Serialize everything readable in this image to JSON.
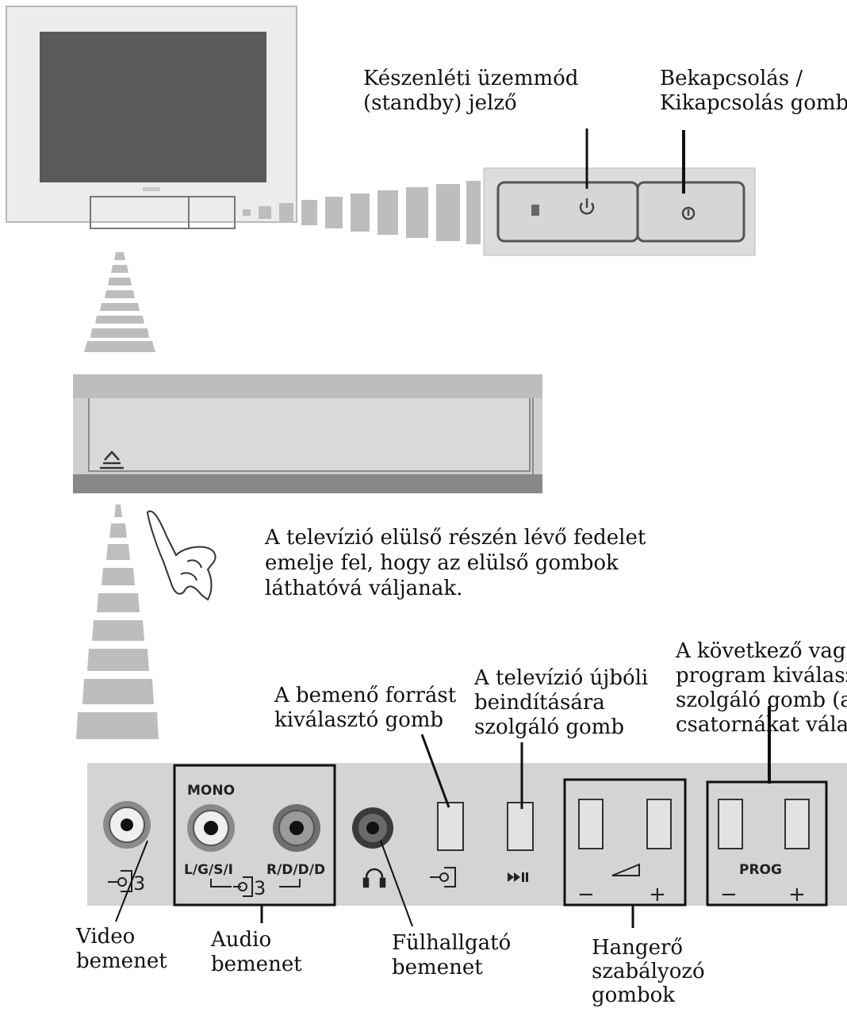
{
  "labels": {
    "standby": [
      "Készenléti üzemmód",
      "(standby) jelző"
    ],
    "power": [
      "Bekapcsolás /",
      "Kikapcsolás gomb"
    ],
    "lift_cover": [
      "A televízió elülső részén lévő fedelet",
      "emelje fel, hogy az elülső gombok",
      "láthatóvá váljanak."
    ],
    "next_program": [
      "A következő vag",
      "program kiválasz",
      "szolgáló gomb (a",
      "csatornákat válas"
    ],
    "restart": [
      "A televízió újbóli",
      "beindítására",
      "szolgáló gomb"
    ],
    "input_select": [
      "A bemenő forrást",
      "kiválasztó gomb"
    ],
    "video_in": [
      "Video",
      "bemenet"
    ],
    "audio_in": [
      "Audio",
      "bemenet"
    ],
    "headphone_in": [
      "Fülhallgató",
      "bemenet"
    ],
    "volume": [
      "Hangerő",
      "szabályozó",
      "gombok"
    ]
  },
  "panel": {
    "mono": "MONO",
    "video_port": "3",
    "left_channel": "L/G/S/I",
    "right_channel": "R/D/D/D",
    "audio_port": "3",
    "prog": "PROG",
    "minus": "−",
    "plus": "+"
  },
  "icons": {
    "standby_led": "power-symbol-icon",
    "power_button": "power-symbol-icon",
    "cover_lift": "lift-arrow-icon",
    "headphone": "headphone-icon",
    "input": "input-source-icon",
    "restart": "fast-forward-icon",
    "volume": "volume-ramp-icon",
    "hand": "pointing-hand-icon"
  }
}
